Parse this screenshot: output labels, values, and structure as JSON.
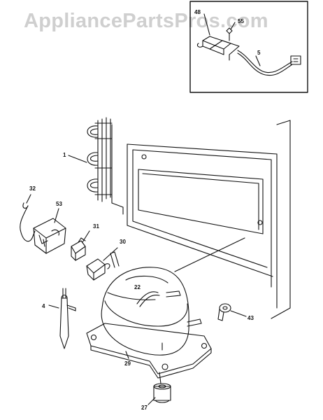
{
  "watermark": "AppliancePartsPros.com",
  "callouts": {
    "c1": "1",
    "c4": "4",
    "c5": "5",
    "c22": "22",
    "c27": "27",
    "c29": "29",
    "c30": "30",
    "c31": "31",
    "c32": "32",
    "c43": "43",
    "c48": "48",
    "c53": "53",
    "c55": "55"
  },
  "colors": {
    "line": "#111111",
    "watermark": "#cfcfcf",
    "background": "#ffffff"
  }
}
